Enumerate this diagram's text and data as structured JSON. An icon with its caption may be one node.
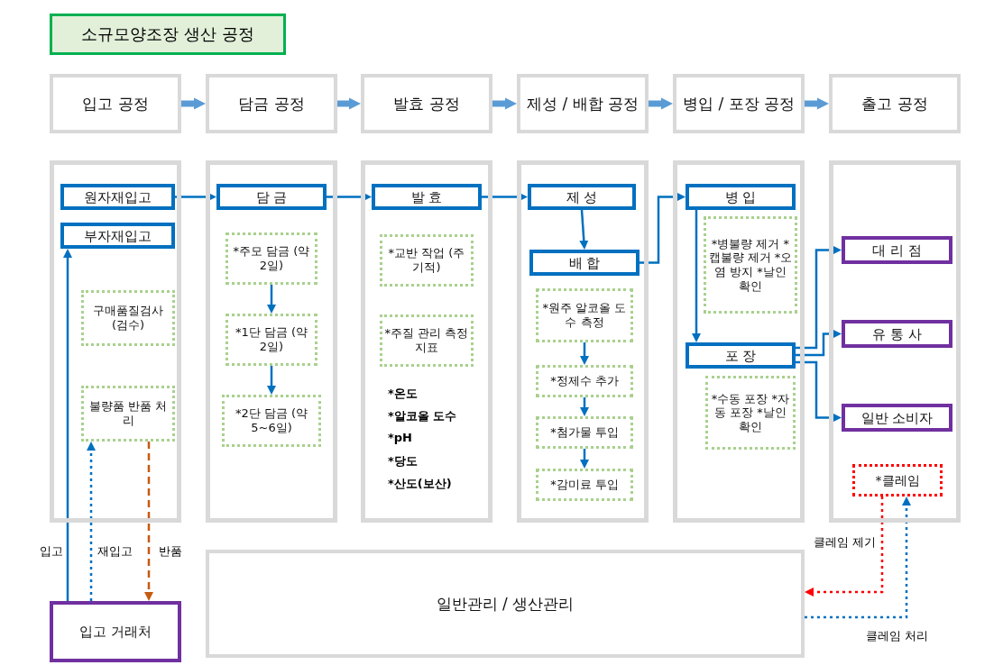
{
  "diagram": {
    "title": "소규모양조장 생산 공정",
    "nodes": [
      {
        "text": [
          "입고 공정"
        ]
      },
      {
        "text": [
          "담금 공정"
        ]
      },
      {
        "text": [
          "발효 공정"
        ]
      },
      {
        "text": [
          "제성 / 배합 공정"
        ]
      },
      {
        "text": [
          "병입 / 포장 공정"
        ]
      },
      {
        "text": [
          "출고 공정"
        ]
      },
      {
        "text": [],
        "shape": "box"
      },
      {
        "text": [
          "원자재입고"
        ],
        "in": 6
      },
      {
        "text": [
          "부자재입고"
        ],
        "in": 6
      },
      {
        "text": [
          "구매품질검사 (검수)"
        ],
        "in": 6
      },
      {
        "text": [
          "불량품 반품 처리"
        ],
        "in": 6
      },
      {
        "text": [],
        "shape": "box"
      },
      {
        "text": [
          "담 금"
        ],
        "in": 11
      },
      {
        "text": [
          "*주모 담금 (약 2일)"
        ],
        "in": 11
      },
      {
        "text": [
          "*1단 담금 (약 2일)"
        ],
        "in": 11
      },
      {
        "text": [
          "*2단 담금 (약 5~6일)"
        ],
        "in": 11
      },
      {
        "text": [],
        "shape": "box"
      },
      {
        "text": [
          "발 효"
        ],
        "in": 16
      },
      {
        "text": [
          "*교반 작업 (주기적)"
        ],
        "in": 16
      },
      {
        "text": [
          "*주질 관리 측정 지표"
        ],
        "in": 16
      },
      {
        "text": [],
        "shape": "box"
      },
      {
        "text": [
          "제 성"
        ],
        "in": 20
      },
      {
        "text": [
          "배 합"
        ],
        "in": 20
      },
      {
        "text": [
          "*원주 알코올 도수 측정"
        ],
        "in": 20
      },
      {
        "text": [
          "*정제수 추가"
        ],
        "in": 20
      },
      {
        "text": [
          "*첨가물 투입"
        ],
        "in": 20
      },
      {
        "text": [
          "*감미료 투입"
        ],
        "in": 20
      },
      {
        "text": [],
        "shape": "box"
      },
      {
        "text": [
          "병 입"
        ],
        "in": 27
      },
      {
        "text": [
          "*병불량 제거 *캡불량 제거 *오염 방지 *날인 확인"
        ],
        "in": 27
      },
      {
        "text": [
          "포 장"
        ],
        "in": 27
      },
      {
        "text": [
          "*수동 포장 *자동 포장 *날인 확인"
        ],
        "in": 27
      },
      {
        "text": [],
        "shape": "box"
      },
      {
        "text": [
          "대 리 점"
        ],
        "in": 32
      },
      {
        "text": [
          "유 통 사"
        ],
        "in": 32
      },
      {
        "text": [
          "일반 소비자"
        ],
        "in": 32
      },
      {
        "text": [
          "*클레임"
        ],
        "in": 32
      },
      {
        "text": [
          "일반관리 / 생산관리"
        ]
      },
      {
        "text": [
          "입고 거래처"
        ]
      }
    ],
    "edges": [
      {
        "from": 0,
        "to": 1,
        "arrow": "to",
        "style": "thick",
        "color": "#5b9bd5"
      },
      {
        "from": 1,
        "to": 2,
        "arrow": "to",
        "style": "thick",
        "color": "#5b9bd5"
      },
      {
        "from": 2,
        "to": 3,
        "arrow": "to",
        "style": "thick",
        "color": "#5b9bd5"
      },
      {
        "from": 3,
        "to": 4,
        "arrow": "to",
        "style": "thick",
        "color": "#5b9bd5"
      },
      {
        "from": 4,
        "to": 5,
        "arrow": "to",
        "style": "thick",
        "color": "#5b9bd5"
      },
      {
        "from": 7,
        "to": 12,
        "arrow": "to"
      },
      {
        "from": 12,
        "to": 17,
        "arrow": "to"
      },
      {
        "from": 17,
        "to": 21,
        "arrow": "to"
      },
      {
        "from": 21,
        "to": 22,
        "arrow": "to"
      },
      {
        "from": 22,
        "to": 28,
        "arrow": "to"
      },
      {
        "from": 28,
        "to": 30,
        "arrow": "to"
      },
      {
        "from": 13,
        "to": 14,
        "arrow": "to"
      },
      {
        "from": 14,
        "to": 15,
        "arrow": "to"
      },
      {
        "from": 23,
        "to": 24,
        "arrow": "to"
      },
      {
        "from": 24,
        "to": 25,
        "arrow": "to"
      },
      {
        "from": 25,
        "to": 26,
        "arrow": "to"
      },
      {
        "from": 30,
        "to": 33,
        "arrow": "to"
      },
      {
        "from": 30,
        "to": 34,
        "arrow": "to"
      },
      {
        "from": 30,
        "to": 35,
        "arrow": "to"
      },
      {
        "from": 38,
        "to": 8,
        "arrow": "to",
        "label": "입고"
      },
      {
        "from": 38,
        "to": 10,
        "arrow": "to",
        "label": "재입고",
        "style": "dashed"
      },
      {
        "from": 10,
        "to": 38,
        "arrow": "to",
        "label": "반품",
        "style": "dashed",
        "color": "#c55a11"
      },
      {
        "from": 36,
        "to": 37,
        "arrow": "to",
        "label": "클레임 제기",
        "style": "dashed",
        "color": "#ff0000"
      },
      {
        "from": 37,
        "to": 36,
        "arrow": "to",
        "label": "클레임 처리",
        "style": "dashed"
      }
    ],
    "labels": [
      "*온도",
      "*알코올 도수",
      "*pH",
      "*당도",
      "*산도(보산)"
    ]
  }
}
